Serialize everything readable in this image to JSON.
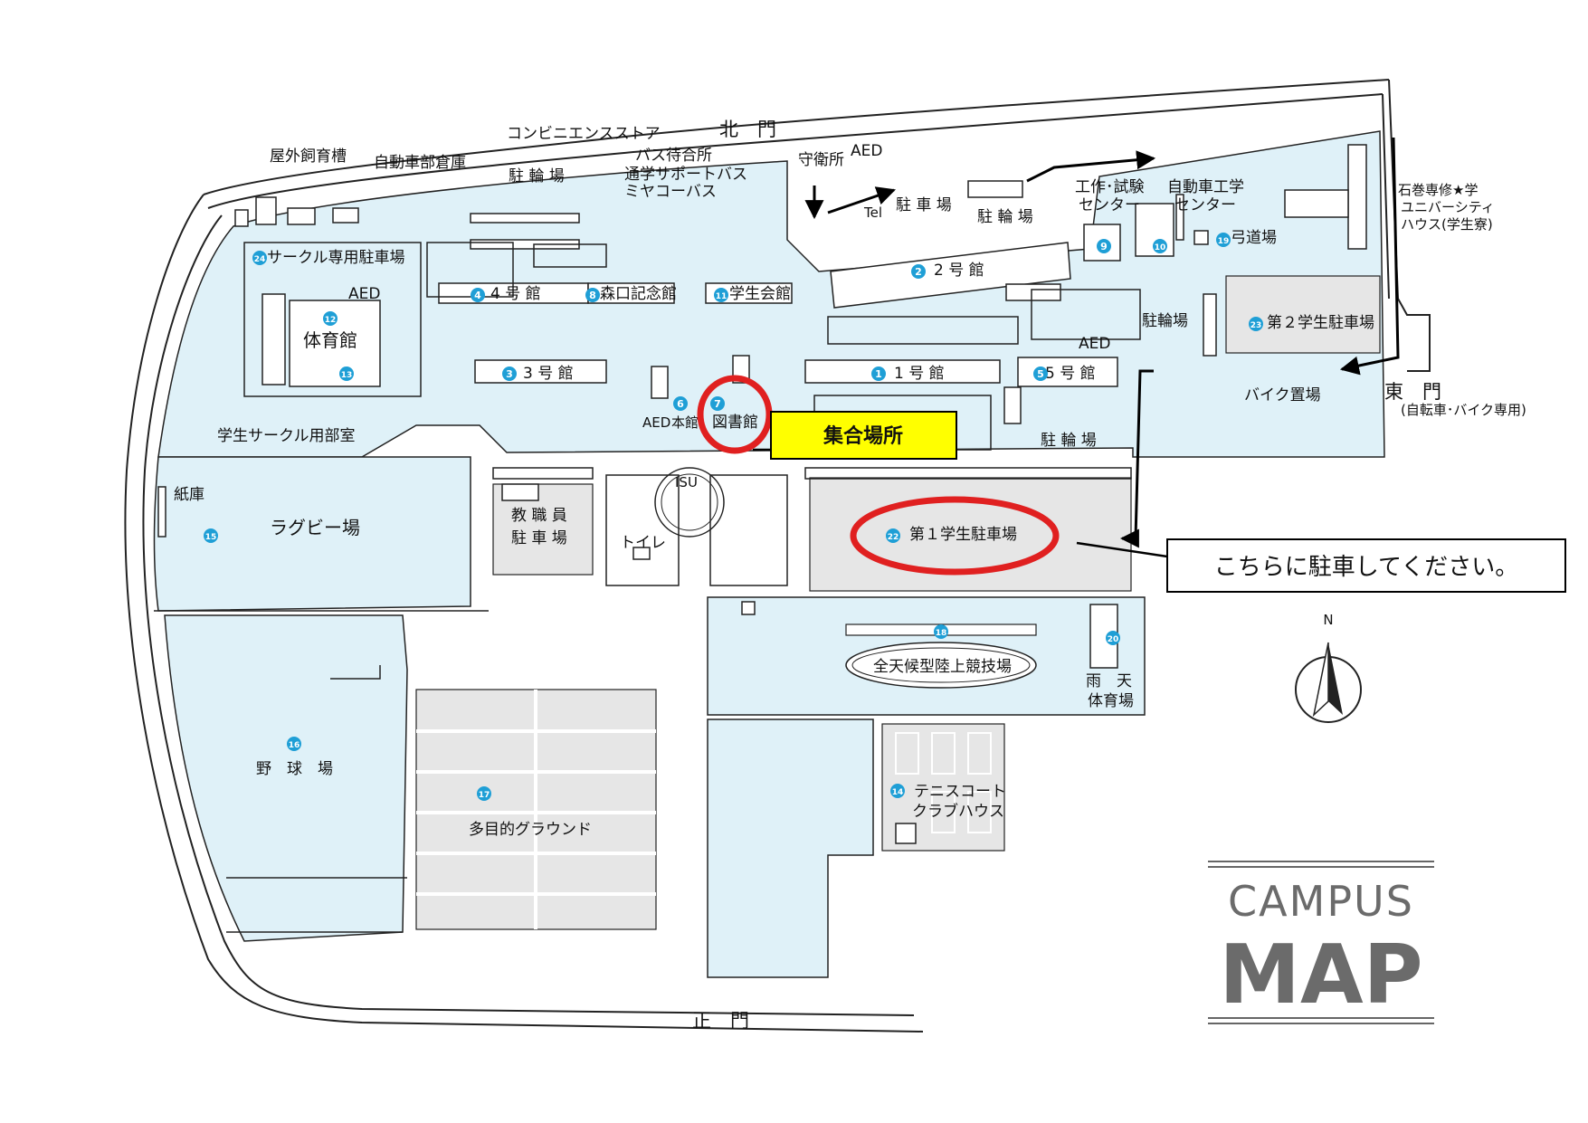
{
  "colors": {
    "area_fill": "#dff1f8",
    "parking_fill": "#e6e6e6",
    "highlight_circle": "#e02020",
    "meeting_box_fill": "#ffff00",
    "badge_fill": "#1f9fd6",
    "title_gray": "#6b6b6b"
  },
  "title": {
    "line1": "CAMPUS",
    "line2": "MAP"
  },
  "compass": {
    "label": "N",
    "icon": "north-arrow-icon"
  },
  "gates": {
    "north": "北　門",
    "main": "正　門",
    "east": "東　門",
    "east_note": "(自転車･バイク専用)"
  },
  "callouts": {
    "meeting_point": "集合場所",
    "parking_instruction": "こちらに駐車してください。"
  },
  "labels": {
    "outdoor_pen": "屋外飼育槽",
    "car_club_storage": "自動車部倉庫",
    "bike_parking_nw": "駐 輪 場",
    "convenience_store": "コンビニエンスストア",
    "bus_stop": "バス待合所",
    "shuttle_bus": "通学サポートバス",
    "miyako_bus": "ミヤコーバス",
    "guard_house": "守衛所",
    "aed_gate": "AED",
    "parking_north": "駐 車 場",
    "bike_parking_north": "駐 輪 場",
    "workshop_center_1": "工作･試験",
    "workshop_center_2": "センター",
    "auto_eng_center_1": "自動車工学",
    "auto_eng_center_2": "センター",
    "dorm_1": "石巻専修★学",
    "dorm_2": "ユニバーシティ",
    "dorm_3": "ハウス(学生寮)",
    "circle_parking": "サークル専用駐車場",
    "aed_gym": "AED",
    "gym": "体育館",
    "bldg4": "4 号 館",
    "moriguchi_hall": "森口記念館",
    "student_hall": "学生会館",
    "bldg2": "2 号 館",
    "bike_parking_east": "駐輪場",
    "student_parking_2": "第２学生駐車場",
    "aed_bldg5": "AED",
    "bldg3": "3 号 館",
    "bldg1": "1 号 館",
    "bldg5": "5 号 館",
    "bike_shelter": "バイク置場",
    "aed_main": "AED",
    "main_bldg": "本館",
    "library": "図書館",
    "club_rooms": "学生サークル用部室",
    "bike_parking_se": "駐 輪 場",
    "paper_storage": "紙庫",
    "rugby": "ラグビー場",
    "faculty_parking_1": "教 職 員",
    "faculty_parking_2": "駐 車 場",
    "toilet": "トイレ",
    "student_parking_1": "第１学生駐車場",
    "track": "全天候型陸上競技場",
    "indoor_gym_1": "雨　天",
    "indoor_gym_2": "体育場",
    "baseball": "野　球　場",
    "multi_ground": "多目的グラウンド",
    "tennis_1": "テニスコート",
    "tennis_2": "クラブハウス",
    "isu_mark": "ISU",
    "tel": "Tel",
    "archery": "弓道場"
  },
  "badges": [
    "1",
    "2",
    "3",
    "4",
    "5",
    "6",
    "7",
    "8",
    "9",
    "10",
    "11",
    "12",
    "13",
    "14",
    "15",
    "16",
    "17",
    "18",
    "19",
    "20",
    "22",
    "23",
    "24"
  ]
}
